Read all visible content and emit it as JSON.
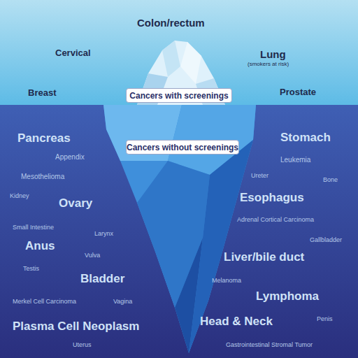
{
  "diagram": {
    "nodes": [
      {
        "text": [
          "Cancers with screenings"
        ]
      },
      {
        "text": [
          "Cancers without screenings"
        ]
      }
    ],
    "labels": [
      "Colon/rectum",
      "Cervical",
      "Lung",
      "(smokers at risk)",
      "Breast",
      "Prostate",
      "Pancreas",
      "Appendix",
      "Mesothelioma",
      "Kidney",
      "Ovary",
      "Small Intestine",
      "Larynx",
      "Anus",
      "Vulva",
      "Testis",
      "Bladder",
      "Merkel Cell Carcinoma",
      "Vagina",
      "Plasma Cell Neoplasm",
      "Uterus",
      "Stomach",
      "Leukemia",
      "Ureter",
      "Bone",
      "Esophagus",
      "Adrenal Cortical Carcinoma",
      "Gallbladder",
      "Liver/bile duct",
      "Melanoma",
      "Lymphoma",
      "Head & Neck",
      "Penis",
      "Gastrointestinal Stromal Tumor"
    ]
  }
}
